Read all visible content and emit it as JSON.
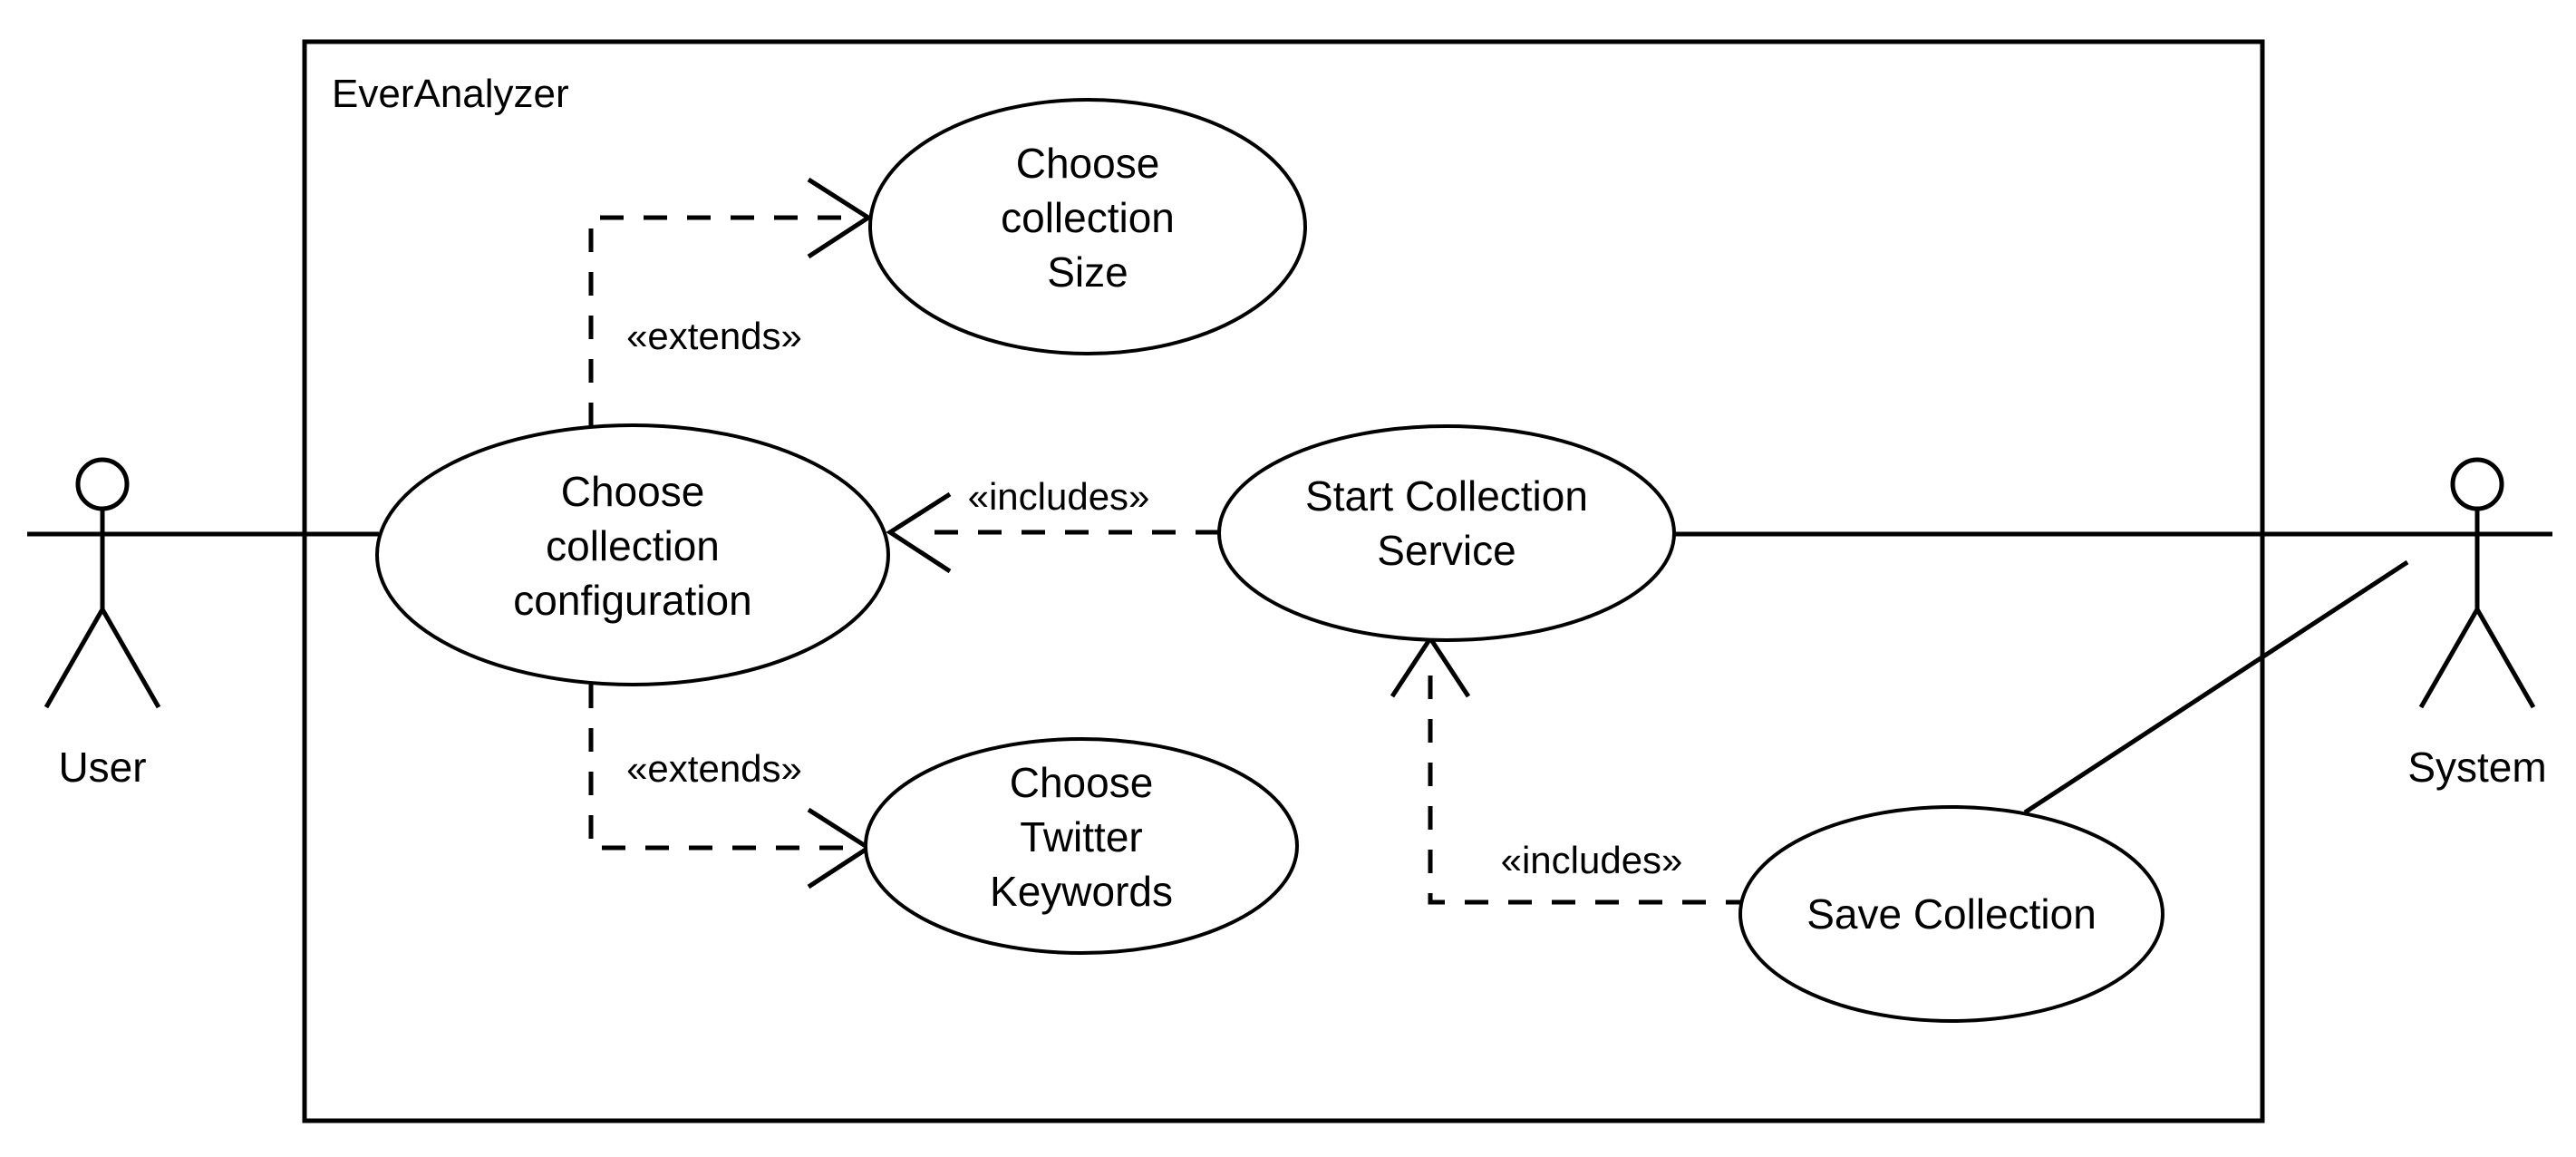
{
  "diagram": {
    "type": "uml-use-case-diagram",
    "boundary": {
      "label": "EverAnalyzer"
    },
    "actors": [
      {
        "id": "user",
        "label": "User",
        "side": "left"
      },
      {
        "id": "system",
        "label": "System",
        "side": "right"
      }
    ],
    "use_cases": [
      {
        "id": "choose-collection-size",
        "lines": [
          "Choose",
          "collection",
          "Size"
        ]
      },
      {
        "id": "choose-collection-configuration",
        "lines": [
          "Choose",
          "collection",
          "configuration"
        ]
      },
      {
        "id": "start-collection-service",
        "lines": [
          "Start Collection",
          "Service"
        ]
      },
      {
        "id": "choose-twitter-keywords",
        "lines": [
          "Choose",
          "Twitter",
          "Keywords"
        ]
      },
      {
        "id": "save-collection",
        "lines": [
          "Save Collection"
        ]
      }
    ],
    "relationships": [
      {
        "id": "extends-size",
        "stereotype": "«extends»",
        "from": "choose-collection-configuration",
        "to": "choose-collection-size"
      },
      {
        "id": "extends-keywords",
        "stereotype": "«extends»",
        "from": "choose-collection-configuration",
        "to": "choose-twitter-keywords"
      },
      {
        "id": "includes-configuration",
        "stereotype": "«includes»",
        "from": "start-collection-service",
        "to": "choose-collection-configuration"
      },
      {
        "id": "includes-save",
        "stereotype": "«includes»",
        "from": "save-collection",
        "to": "start-collection-service"
      }
    ],
    "associations": [
      {
        "id": "user-to-configuration",
        "from": "user",
        "to": "choose-collection-configuration"
      },
      {
        "id": "system-to-start-service",
        "from": "system",
        "to": "start-collection-service"
      },
      {
        "id": "system-to-save-collection",
        "from": "system",
        "to": "save-collection"
      }
    ],
    "colors": {
      "stroke": "#000000",
      "background": "#ffffff",
      "fill": "#ffffff"
    }
  }
}
